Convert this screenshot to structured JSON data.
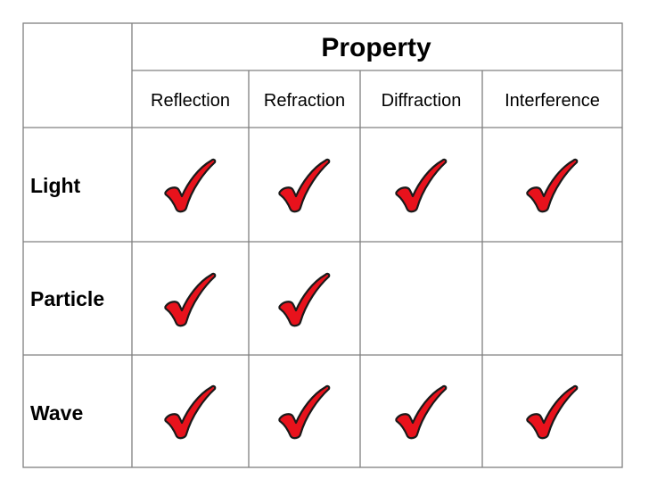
{
  "table": {
    "title": "Property",
    "columns": [
      "Reflection",
      "Refraction",
      "Diffraction",
      "Interference"
    ],
    "rows": [
      {
        "label": "Light",
        "checks": [
          true,
          true,
          true,
          true
        ]
      },
      {
        "label": "Particle",
        "checks": [
          true,
          true,
          false,
          false
        ]
      },
      {
        "label": "Wave",
        "checks": [
          true,
          true,
          true,
          true
        ]
      }
    ]
  },
  "colors": {
    "check_fill": "#e8121c",
    "check_outline": "#1a1a1a",
    "border": "#808080",
    "text": "#000000"
  }
}
